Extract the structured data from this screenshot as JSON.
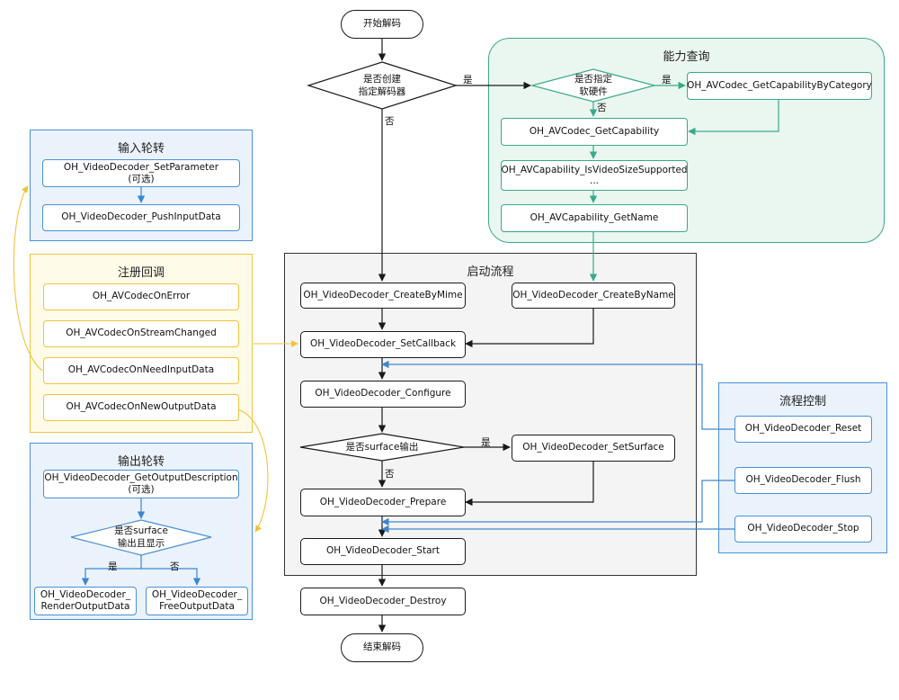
{
  "start": "开始解码",
  "end": "结束解码",
  "decision_create": {
    "line1": "是否创建",
    "line2": "指定解码器",
    "yes": "是",
    "no": "否"
  },
  "capability": {
    "title": "能力查询",
    "decision": {
      "line1": "是否指定",
      "line2": "软硬件",
      "yes": "是",
      "no": "否"
    },
    "by_category": "OH_AVCodec_GetCapabilityByCategory",
    "get_capability": "OH_AVCodec_GetCapability",
    "is_video_size_supported": "OH_AVCapability_IsVideoSizeSupported",
    "ellipsis": "...",
    "get_name": "OH_AVCapability_GetName"
  },
  "startup": {
    "title": "启动流程",
    "create_by_mime": "OH_VideoDecoder_CreateByMime",
    "create_by_name": "OH_VideoDecoder_CreateByName",
    "set_callback": "OH_VideoDecoder_SetCallback",
    "configure": "OH_VideoDecoder_Configure",
    "decision_surface": {
      "text": "是否surface输出",
      "yes": "是",
      "no": "否"
    },
    "set_surface": "OH_VideoDecoder_SetSurface",
    "prepare": "OH_VideoDecoder_Prepare",
    "start": "OH_VideoDecoder_Start"
  },
  "destroy": "OH_VideoDecoder_Destroy",
  "input_rotation": {
    "title": "输入轮转",
    "set_parameter": "OH_VideoDecoder_SetParameter",
    "set_parameter_note": "(可选)",
    "push_input_data": "OH_VideoDecoder_PushInputData"
  },
  "callbacks": {
    "title": "注册回调",
    "on_error": "OH_AVCodecOnError",
    "on_stream_changed": "OH_AVCodecOnStreamChanged",
    "on_need_input": "OH_AVCodecOnNeedInputData",
    "on_new_output": "OH_AVCodecOnNewOutputData"
  },
  "output_rotation": {
    "title": "输出轮转",
    "get_output_description": "OH_VideoDecoder_GetOutputDescription",
    "get_output_description_note": "(可选)",
    "decision": {
      "line1": "是否surface",
      "line2": "输出且显示",
      "yes": "是",
      "no": "否"
    },
    "render_line1": "OH_VideoDecoder_",
    "render_line2": "RenderOutputData",
    "free_line1": "OH_VideoDecoder_",
    "free_line2": "FreeOutputData"
  },
  "flow_control": {
    "title": "流程控制",
    "reset": "OH_VideoDecoder_Reset",
    "flush": "OH_VideoDecoder_Flush",
    "stop": "OH_VideoDecoder_Stop"
  },
  "colors": {
    "line_black": "#1a1a1a",
    "green": "#39a98b",
    "blue": "#3d86cf",
    "yellow": "#f0c33c",
    "startup_fill": "#f4f4f4",
    "capability_fill": "#eaf6f0",
    "input_fill": "#eaf3fb",
    "callbacks_fill": "#fefbe8"
  }
}
